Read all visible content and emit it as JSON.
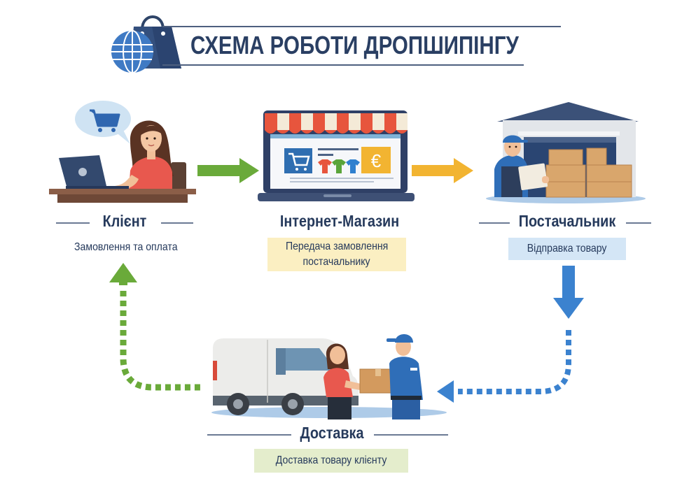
{
  "header": {
    "title": "СХЕМА РОБОТИ ДРОПШИПІНГУ",
    "logo_icon": "globe-shopping-bag-icon"
  },
  "nodes": {
    "client": {
      "title": "Клієнт",
      "subtitle": "Замовлення та оплата",
      "illustration": "woman-at-laptop-with-cart-bubble"
    },
    "store": {
      "title": "Інтернет-Магазин",
      "subtitle_line1": "Передача замовлення",
      "subtitle_line2": "постачальнику",
      "illustration": "laptop-storefront",
      "currency_symbol": "€"
    },
    "supplier": {
      "title": "Постачальник",
      "subtitle": "Відправка товару",
      "illustration": "warehouse-worker-with-boxes"
    },
    "delivery": {
      "title": "Доставка",
      "subtitle": "Доставка товару клієнту",
      "illustration": "van-courier-handing-box"
    }
  },
  "arrows": [
    {
      "from": "client",
      "to": "store",
      "style": "solid",
      "color": "#6aaa3a"
    },
    {
      "from": "store",
      "to": "supplier",
      "style": "solid",
      "color": "#f2b431"
    },
    {
      "from": "supplier",
      "to": "delivery",
      "style": "dotted",
      "color": "#3b82cf"
    },
    {
      "from": "delivery",
      "to": "client",
      "style": "dotted",
      "color": "#6aaa3a"
    }
  ],
  "colors": {
    "title": "#2a3f63",
    "green": "#6aaa3a",
    "orange": "#f2b431",
    "blue": "#3b82cf",
    "store_box": "#fbefc2",
    "supplier_box": "#d4e6f6",
    "delivery_box": "#e4edcc"
  }
}
